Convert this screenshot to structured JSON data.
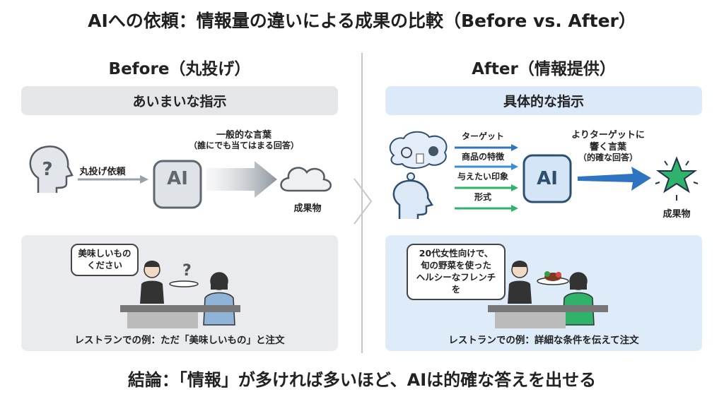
{
  "title": "AIへの依頼：情報量の違いによる成果の比較（Before vs. After）",
  "before": {
    "heading": "Before（丸投げ）",
    "band": "あいまいな指示",
    "arrow_label": "丸投げ依頼",
    "ai_label": "AI",
    "output_label_line1": "一般的な言葉",
    "output_label_line2": "（誰にでも当てはまる回答）",
    "result": "成果物",
    "bubble_line1": "美味しいもの",
    "bubble_line2": "ください",
    "caption": "レストランでの例：ただ「美味しいもの」と注文"
  },
  "after": {
    "heading": "After（情報提供）",
    "band": "具体的な指示",
    "inputs": [
      "ターゲット",
      "商品の特徴",
      "与えたい印象",
      "形式"
    ],
    "ai_label": "AI",
    "output_label_line1": "よりターゲットに",
    "output_label_line2": "響く言葉",
    "output_label_line3": "（的確な回答）",
    "result": "成果物",
    "bubble_line1": "20代女性向けで、",
    "bubble_line2": "旬の野菜を使った",
    "bubble_line3": "ヘルシーなフレンチを",
    "caption": "レストランでの例：詳細な条件を伝えて注文"
  },
  "conclusion": "結論：「情報」が多ければ多いほど、AIは的確な答えを出せる",
  "colors": {
    "gray_panel": "#e9ebee",
    "blue_panel": "#deebf8",
    "blue": "#2f74c0",
    "green": "#2fb36a"
  }
}
